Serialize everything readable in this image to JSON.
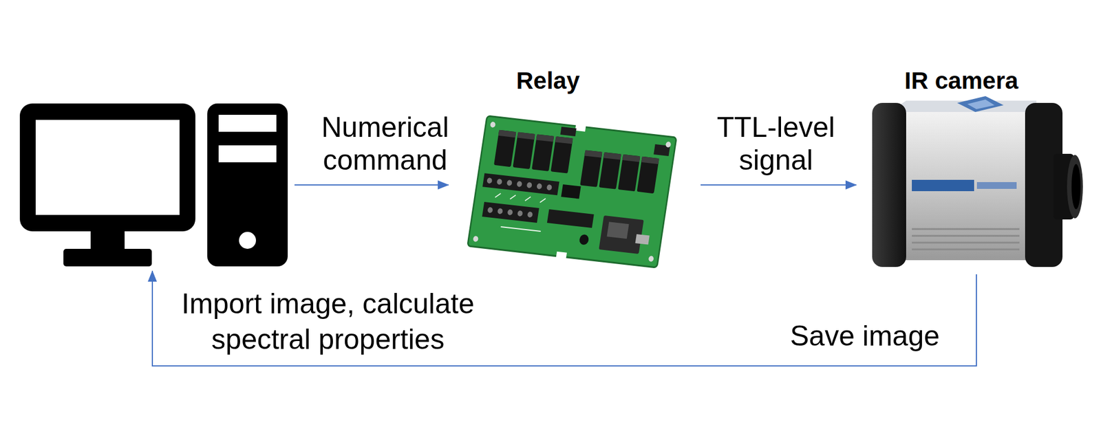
{
  "diagram": {
    "nodes": [
      {
        "text": []
      },
      {
        "text": [
          "Relay"
        ]
      },
      {
        "text": [
          "IR camera"
        ]
      }
    ],
    "edges": [
      {
        "from": 0,
        "to": 1,
        "label": "Numerical command",
        "arrow": "to"
      },
      {
        "from": 1,
        "to": 2,
        "label": "TTL-level signal",
        "arrow": "to"
      },
      {
        "from": 2,
        "to": 0,
        "label": "Save image",
        "arrow": "to"
      }
    ],
    "labels": [
      "Import image, calculate spectral properties"
    ]
  }
}
